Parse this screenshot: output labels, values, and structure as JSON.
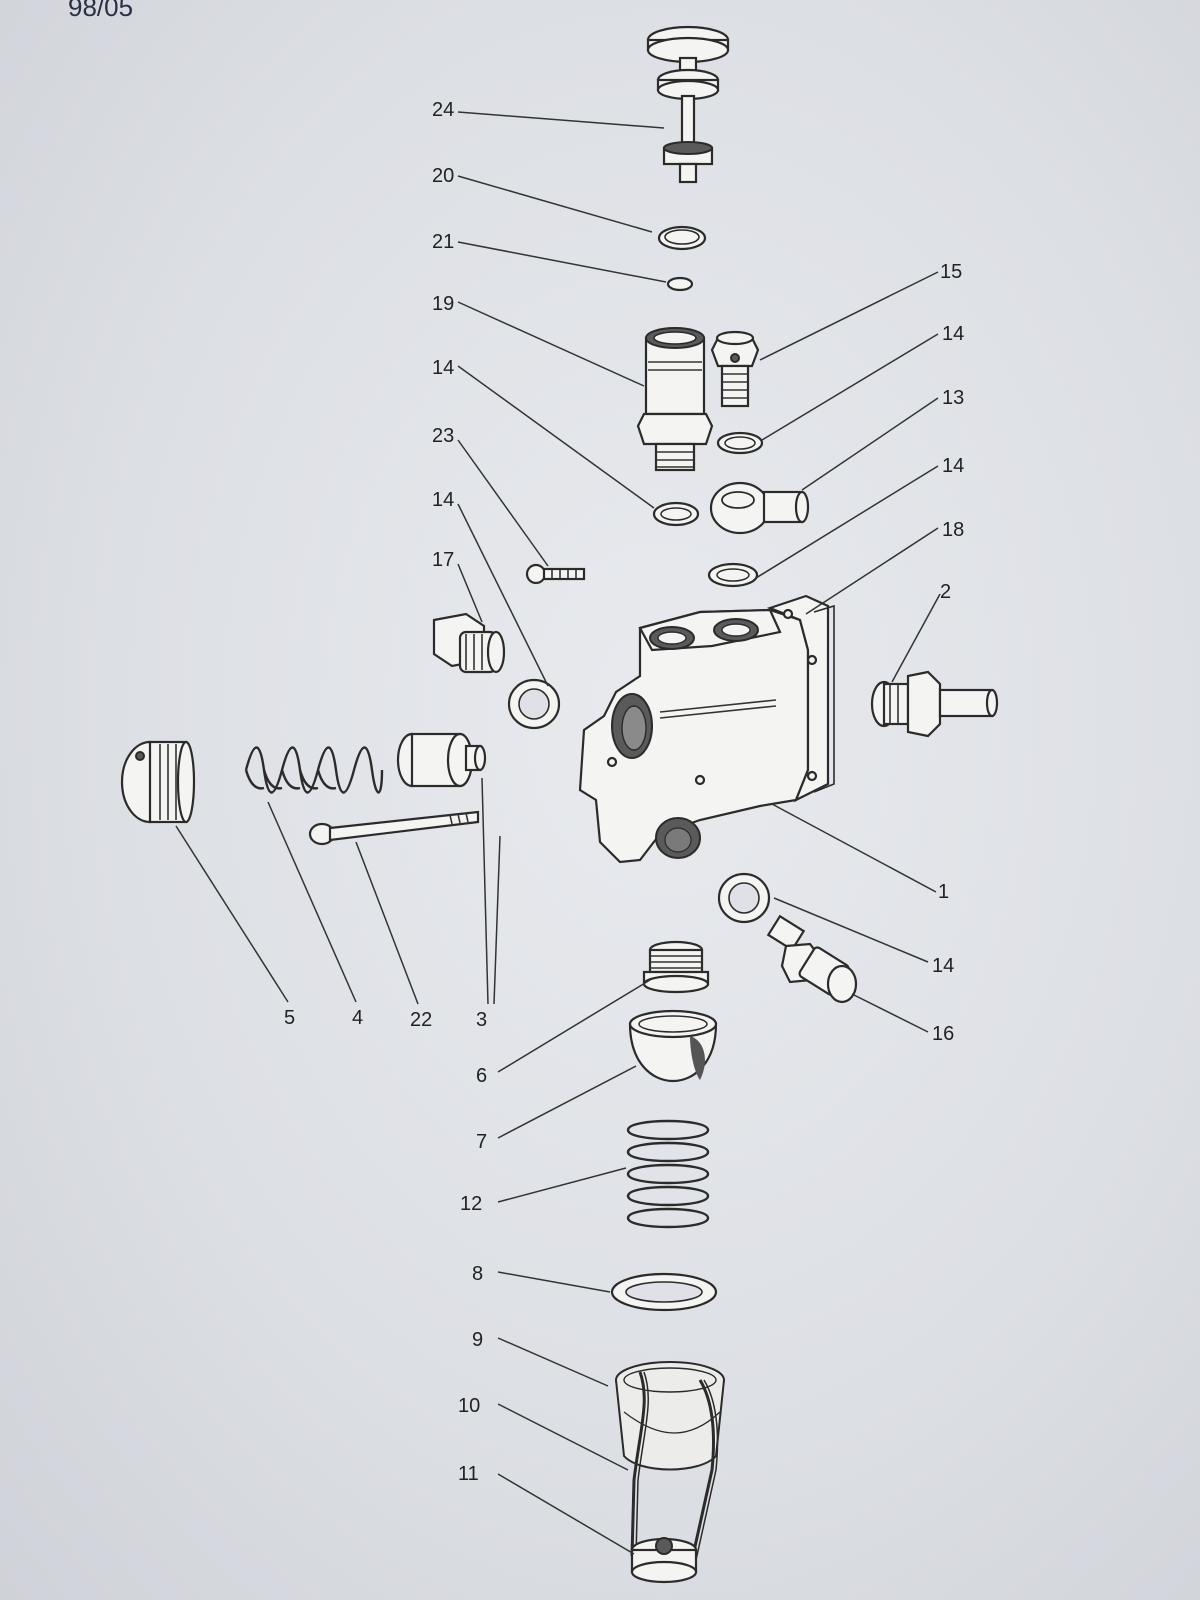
{
  "page": {
    "page_number": "98/05"
  },
  "diagram": {
    "callouts": [
      {
        "id": "c24a",
        "label": "24"
      },
      {
        "id": "c20",
        "label": "20"
      },
      {
        "id": "c21",
        "label": "21"
      },
      {
        "id": "c19",
        "label": "19"
      },
      {
        "id": "c15",
        "label": "15"
      },
      {
        "id": "c14a",
        "label": "14"
      },
      {
        "id": "c14b",
        "label": "14"
      },
      {
        "id": "c13",
        "label": "13"
      },
      {
        "id": "c23",
        "label": "23"
      },
      {
        "id": "c14c",
        "label": "14"
      },
      {
        "id": "c14d",
        "label": "14"
      },
      {
        "id": "c18",
        "label": "18"
      },
      {
        "id": "c17",
        "label": "17"
      },
      {
        "id": "c2",
        "label": "2"
      },
      {
        "id": "c1",
        "label": "1"
      },
      {
        "id": "c14e",
        "label": "14"
      },
      {
        "id": "c16",
        "label": "16"
      },
      {
        "id": "c5",
        "label": "5"
      },
      {
        "id": "c4",
        "label": "4"
      },
      {
        "id": "c22",
        "label": "22"
      },
      {
        "id": "c3",
        "label": "3"
      },
      {
        "id": "c6",
        "label": "6"
      },
      {
        "id": "c7",
        "label": "7"
      },
      {
        "id": "c12",
        "label": "12"
      },
      {
        "id": "c8",
        "label": "8"
      },
      {
        "id": "c9",
        "label": "9"
      },
      {
        "id": "c10",
        "label": "10"
      },
      {
        "id": "c11",
        "label": "11"
      }
    ]
  }
}
